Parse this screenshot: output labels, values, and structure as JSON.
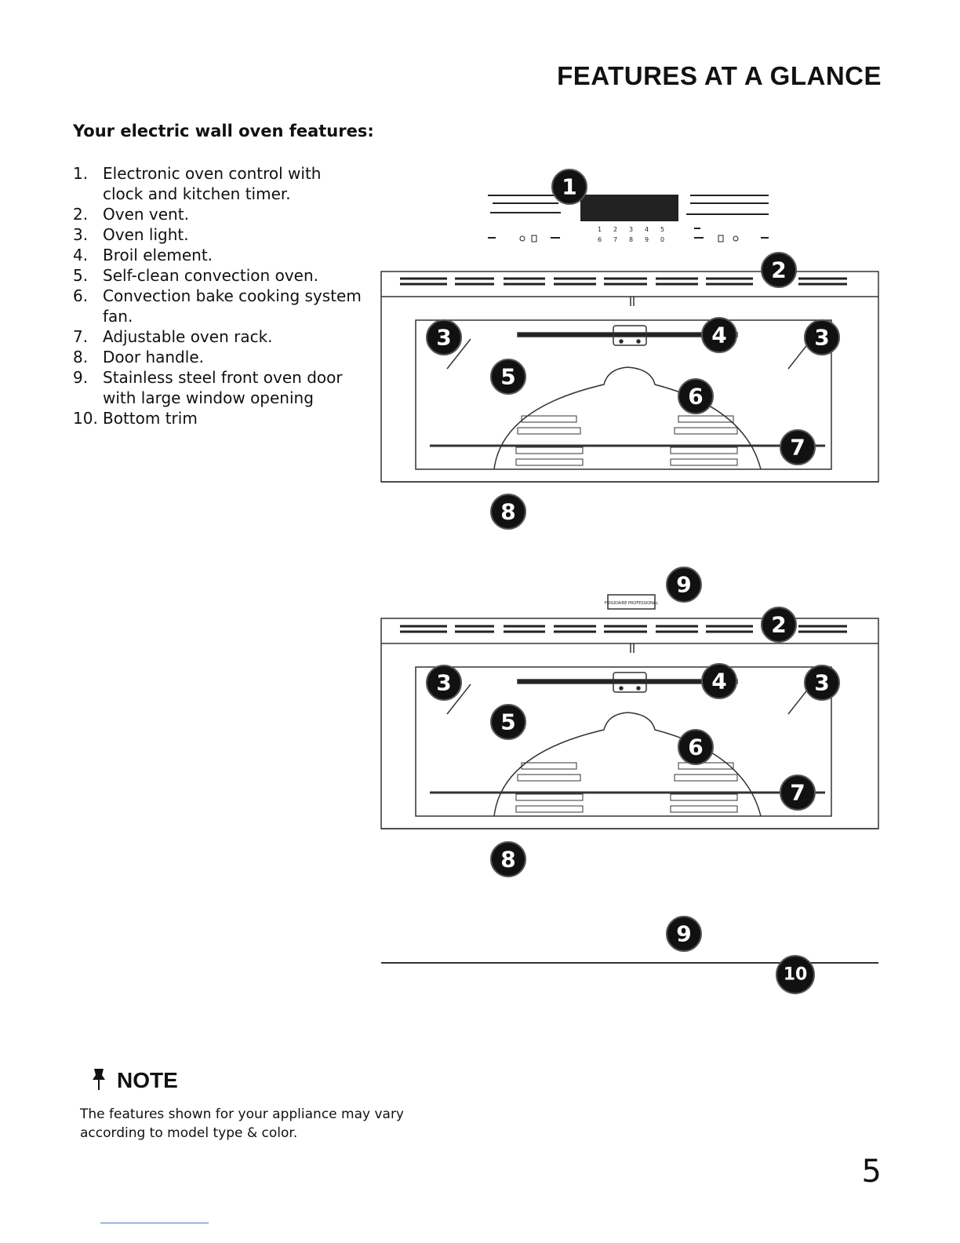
{
  "page": {
    "heading": "FEATURES AT A GLANCE",
    "subheading": "Your electric wall oven features:",
    "features": [
      {
        "num": "1.",
        "text": "Electronic oven control with clock and kitchen timer."
      },
      {
        "num": "2.",
        "text": "Oven vent."
      },
      {
        "num": "3.",
        "text": "Oven light."
      },
      {
        "num": "4.",
        "text": "Broil element."
      },
      {
        "num": "5.",
        "text": "Self-clean convection oven."
      },
      {
        "num": "6.",
        "text": "Convection bake cooking system fan."
      },
      {
        "num": "7.",
        "text": "Adjustable oven rack."
      },
      {
        "num": "8.",
        "text": "Door handle."
      },
      {
        "num": "9.",
        "text": "Stainless steel front oven door with large window opening"
      },
      {
        "num": "10.",
        "text": "Bottom trim"
      }
    ],
    "note_title": "NOTE",
    "note_text": "The features shown for your appliance may vary according to model type & color.",
    "page_number": "5",
    "logo_text": "FRIGIDAIRE PROFESSIONAL"
  },
  "diagram": {
    "callouts": [
      "1",
      "2",
      "3",
      "4",
      "5",
      "6",
      "7",
      "8",
      "9",
      "10"
    ]
  },
  "icons": {
    "note": "pushpin-icon"
  }
}
